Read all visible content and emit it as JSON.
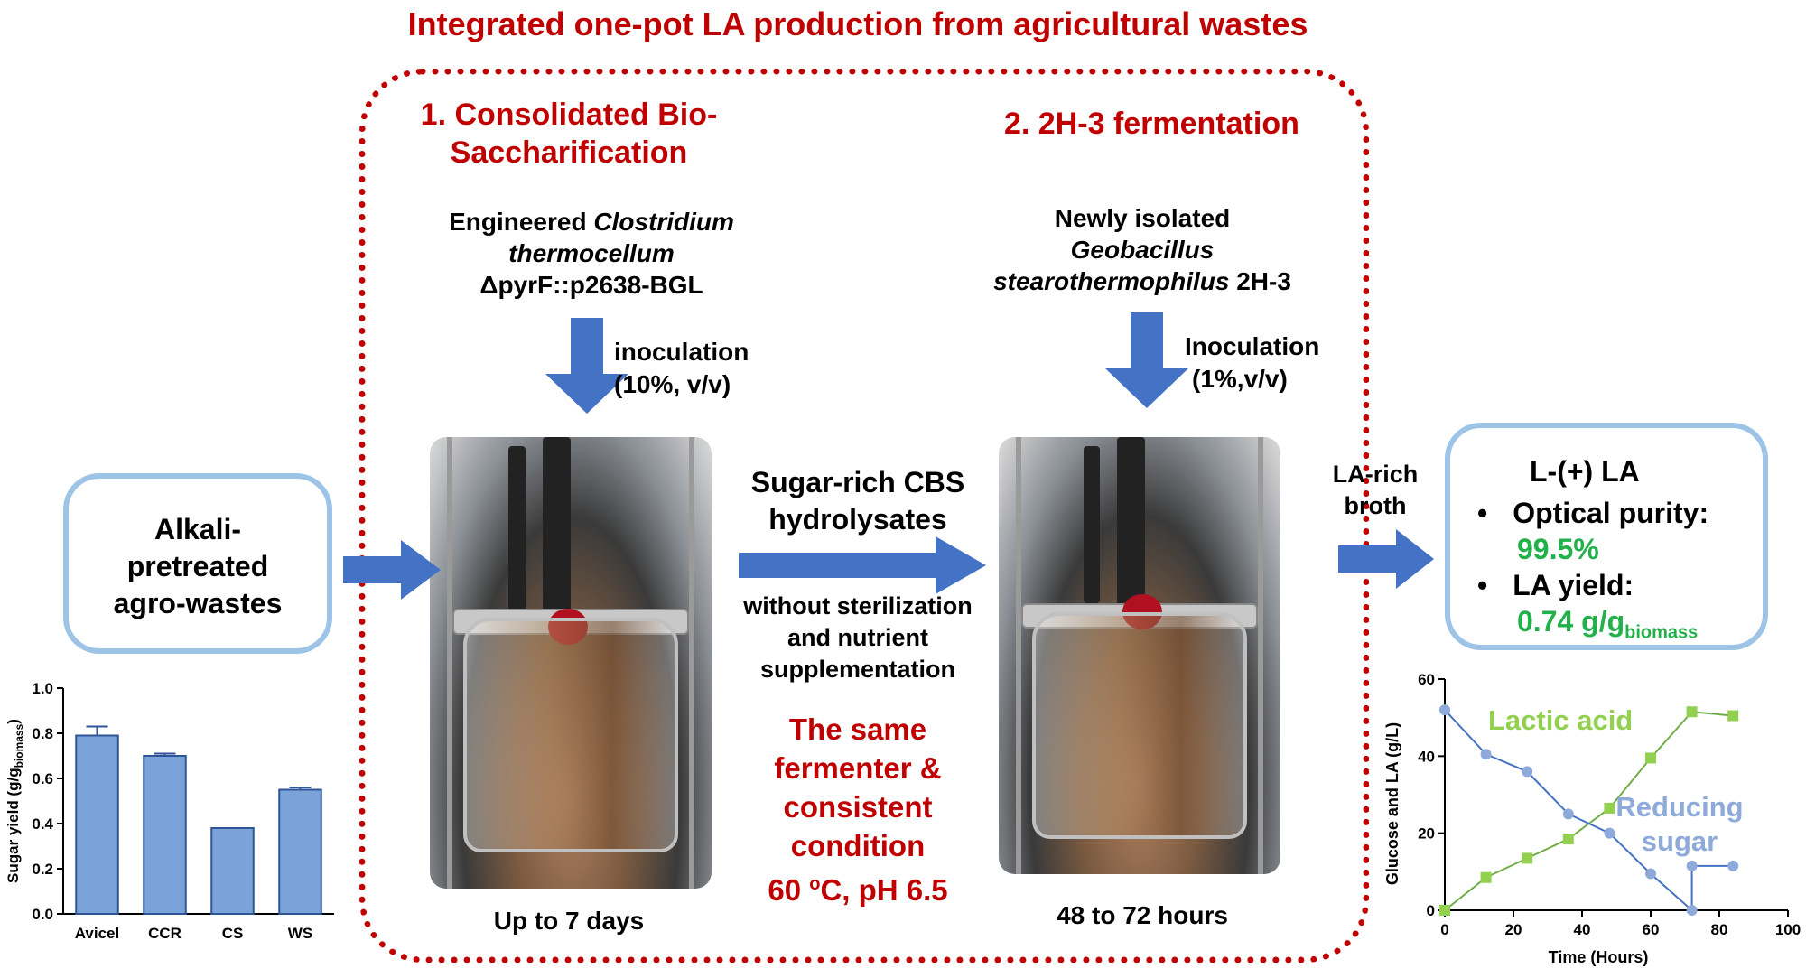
{
  "title": "Integrated one-pot LA production from agricultural wastes",
  "step1": {
    "heading_line1": "1. Consolidated Bio-",
    "heading_line2": "Saccharification",
    "organism_line1_plain": "Engineered ",
    "organism_line1_italic": "Clostridium",
    "organism_line2_italic": "thermocellum",
    "organism_line3": "ΔpyrF::p2638-BGL",
    "inoc_line1": "inoculation",
    "inoc_line2": "(10%, v/v)",
    "duration": "Up to 7 days"
  },
  "step2": {
    "heading": "2. 2H-3 fermentation",
    "organism_line1": "Newly isolated",
    "organism_line2_italic": "Geobacillus",
    "organism_line3_italic": "stearothermophilus",
    "organism_line3_plain": " 2H-3",
    "inoc_line1": "Inoculation",
    "inoc_line2": "(1%,v/v)",
    "duration": "48  to 72 hours"
  },
  "input": {
    "line1": "Alkali-",
    "line2": "pretreated",
    "line3": "agro-wastes"
  },
  "middle": {
    "hydro_line1": "Sugar-rich CBS",
    "hydro_line2": "hydrolysates",
    "cond_line1": "without sterilization",
    "cond_line2": "and nutrient",
    "cond_line3": "supplementation",
    "same_line1": "The same",
    "same_line2": "fermenter &",
    "same_line3": "consistent",
    "same_line4": "condition",
    "temp_prefix": "60 ",
    "temp_sup": "o",
    "temp_suffix": "C, pH 6.5"
  },
  "broth": {
    "line1": "LA-rich",
    "line2": "broth"
  },
  "output": {
    "title": "L-(+) LA",
    "bullet": "•",
    "purity_label": "Optical purity:",
    "purity_value": "99.5%",
    "yield_label": "LA yield:",
    "yield_value": "0.74 g/g",
    "yield_sub": "biomass"
  },
  "colors": {
    "accent_red": "#c00000",
    "box_border": "#9dc3e6",
    "arrow_blue": "#4472c4",
    "bar_fill": "#7aa3d9",
    "lactic_green": "#92d050",
    "sugar_blue": "#8eaadb",
    "value_green": "#22b04b"
  },
  "chart_data": [
    {
      "type": "bar",
      "categories": [
        "Avicel",
        "CCR",
        "CS",
        "WS"
      ],
      "values": [
        0.79,
        0.7,
        0.38,
        0.55
      ],
      "errors": [
        0.04,
        0.01,
        0.0,
        0.01
      ],
      "ylabel_prefix": "Sugar yield (g/g",
      "ylabel_sub": "biomass",
      "ylabel_suffix": ")",
      "ylim": [
        0,
        1.0
      ],
      "yticks": [
        "0.0",
        "0.2",
        "0.4",
        "0.6",
        "0.8",
        "1.0"
      ]
    },
    {
      "type": "line",
      "xlabel": "Time (Hours)",
      "ylabel": "Glucose and LA (g/L)",
      "xlim": [
        0,
        100
      ],
      "ylim": [
        0,
        60
      ],
      "xticks": [
        "0",
        "20",
        "40",
        "60",
        "80",
        "100"
      ],
      "yticks": [
        "0",
        "20",
        "40",
        "60"
      ],
      "series": [
        {
          "name": "Lactic acid",
          "marker": "square",
          "points": [
            [
              0,
              0
            ],
            [
              12,
              8.5
            ],
            [
              24,
              13.5
            ],
            [
              36,
              18.5
            ],
            [
              48,
              26.5
            ],
            [
              60,
              39.5
            ],
            [
              72,
              51.5
            ],
            [
              84,
              50.5
            ]
          ]
        },
        {
          "name": "Reducing sugar",
          "name_line1": "Reducing",
          "name_line2": "sugar",
          "marker": "circle",
          "points": [
            [
              0,
              52
            ],
            [
              12,
              40.5
            ],
            [
              24,
              36
            ],
            [
              36,
              25
            ],
            [
              48,
              20
            ],
            [
              60,
              9.5
            ],
            [
              72,
              0
            ],
            [
              72,
              11.5
            ],
            [
              84,
              11.5
            ]
          ]
        }
      ]
    }
  ]
}
